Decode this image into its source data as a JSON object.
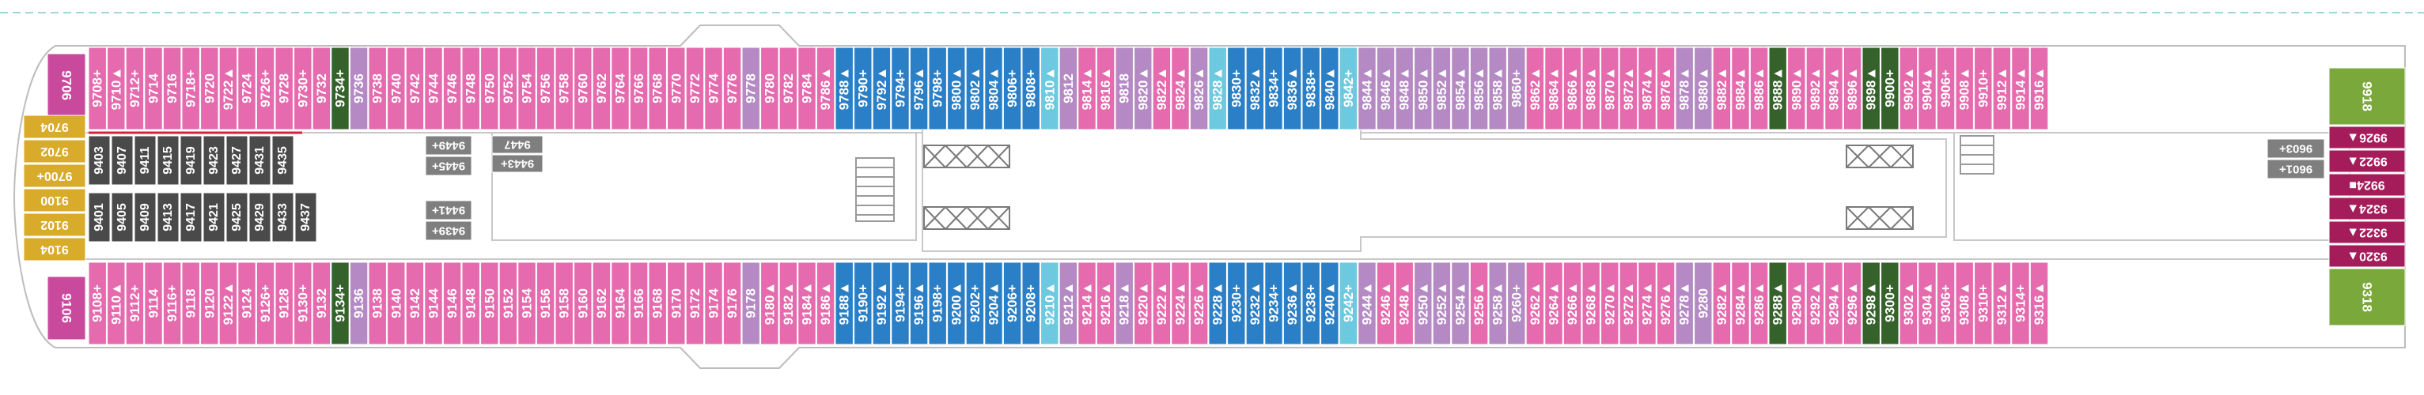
{
  "deck": {
    "palette": {
      "pink": "#e56aae",
      "blue": "#2a7fc6",
      "cyan": "#6cc9df",
      "lavender": "#b58ac4",
      "darkgreen": "#35622a",
      "lightgreen": "#7aa83b",
      "maroon": "#a51c5b",
      "gold": "#d8ab2b",
      "magenta": "#c94a9d",
      "gray": "#7f7f7f",
      "darkgray": "#4a4a4a"
    },
    "top_row": [
      {
        "label": "9708+",
        "c": "pink"
      },
      {
        "label": "9710▲",
        "c": "pink"
      },
      {
        "label": "9712+",
        "c": "pink"
      },
      {
        "label": "9714",
        "c": "pink"
      },
      {
        "label": "9716",
        "c": "pink"
      },
      {
        "label": "9718+",
        "c": "pink"
      },
      {
        "label": "9720",
        "c": "pink"
      },
      {
        "label": "9722▲",
        "c": "pink"
      },
      {
        "label": "9724",
        "c": "pink"
      },
      {
        "label": "9726+",
        "c": "pink"
      },
      {
        "label": "9728",
        "c": "pink"
      },
      {
        "label": "9730+",
        "c": "pink"
      },
      {
        "label": "9732",
        "c": "pink"
      },
      {
        "label": "9734+",
        "c": "darkgreen"
      },
      {
        "label": "9736",
        "c": "lavender"
      },
      {
        "label": "9738",
        "c": "pink"
      },
      {
        "label": "9740",
        "c": "pink"
      },
      {
        "label": "9742",
        "c": "pink"
      },
      {
        "label": "9744",
        "c": "pink"
      },
      {
        "label": "9746",
        "c": "pink"
      },
      {
        "label": "9748",
        "c": "pink"
      },
      {
        "label": "9750",
        "c": "pink"
      },
      {
        "label": "9752",
        "c": "pink"
      },
      {
        "label": "9754",
        "c": "pink"
      },
      {
        "label": "9756",
        "c": "pink"
      },
      {
        "label": "9758",
        "c": "pink"
      },
      {
        "label": "9760",
        "c": "pink"
      },
      {
        "label": "9762",
        "c": "pink"
      },
      {
        "label": "9764",
        "c": "pink"
      },
      {
        "label": "9766",
        "c": "pink"
      },
      {
        "label": "9768",
        "c": "pink"
      },
      {
        "label": "9770",
        "c": "pink"
      },
      {
        "label": "9772",
        "c": "pink"
      },
      {
        "label": "9774",
        "c": "pink"
      },
      {
        "label": "9776",
        "c": "pink"
      },
      {
        "label": "9778",
        "c": "lavender"
      },
      {
        "label": "9780",
        "c": "pink"
      },
      {
        "label": "9782",
        "c": "pink"
      },
      {
        "label": "9784",
        "c": "pink"
      },
      {
        "label": "9786▲",
        "c": "pink"
      },
      {
        "label": "9788▲",
        "c": "blue"
      },
      {
        "label": "9790+",
        "c": "blue"
      },
      {
        "label": "9792▲",
        "c": "blue"
      },
      {
        "label": "9794+",
        "c": "blue"
      },
      {
        "label": "9796▲",
        "c": "blue"
      },
      {
        "label": "9798+",
        "c": "blue"
      },
      {
        "label": "9800▲",
        "c": "blue"
      },
      {
        "label": "9802▲",
        "c": "blue"
      },
      {
        "label": "9804▲",
        "c": "blue"
      },
      {
        "label": "9806+",
        "c": "blue"
      },
      {
        "label": "9808+",
        "c": "blue"
      },
      {
        "label": "9810▲",
        "c": "cyan"
      },
      {
        "label": "9812",
        "c": "lavender"
      },
      {
        "label": "9814▲",
        "c": "pink"
      },
      {
        "label": "9816▲",
        "c": "pink"
      },
      {
        "label": "9818",
        "c": "lavender"
      },
      {
        "label": "9820▲",
        "c": "lavender"
      },
      {
        "label": "9822▲",
        "c": "pink"
      },
      {
        "label": "9824▲",
        "c": "pink"
      },
      {
        "label": "9826▲",
        "c": "lavender"
      },
      {
        "label": "9828▲",
        "c": "cyan"
      },
      {
        "label": "9830+",
        "c": "blue"
      },
      {
        "label": "9832▲",
        "c": "blue"
      },
      {
        "label": "9834+",
        "c": "blue"
      },
      {
        "label": "9836▲",
        "c": "blue"
      },
      {
        "label": "9838+",
        "c": "blue"
      },
      {
        "label": "9840▲",
        "c": "blue"
      },
      {
        "label": "9842+",
        "c": "cyan"
      },
      {
        "label": "9844▲",
        "c": "lavender"
      },
      {
        "label": "9846▲",
        "c": "lavender"
      },
      {
        "label": "9848▲",
        "c": "lavender"
      },
      {
        "label": "9850▲",
        "c": "lavender"
      },
      {
        "label": "9852▲",
        "c": "lavender"
      },
      {
        "label": "9854▲",
        "c": "lavender"
      },
      {
        "label": "9856▲",
        "c": "lavender"
      },
      {
        "label": "9858▲",
        "c": "lavender"
      },
      {
        "label": "9860+",
        "c": "lavender"
      },
      {
        "label": "9862▲",
        "c": "pink"
      },
      {
        "label": "9864▲",
        "c": "pink"
      },
      {
        "label": "9866▲",
        "c": "pink"
      },
      {
        "label": "9868▲",
        "c": "pink"
      },
      {
        "label": "9870▲",
        "c": "pink"
      },
      {
        "label": "9872▲",
        "c": "pink"
      },
      {
        "label": "9874▲",
        "c": "pink"
      },
      {
        "label": "9876▲",
        "c": "pink"
      },
      {
        "label": "9878▲",
        "c": "lavender"
      },
      {
        "label": "9880▲",
        "c": "lavender"
      },
      {
        "label": "9882▲",
        "c": "pink"
      },
      {
        "label": "9884▲",
        "c": "pink"
      },
      {
        "label": "9886▲",
        "c": "pink"
      },
      {
        "label": "9888▲",
        "c": "darkgreen"
      },
      {
        "label": "9890▲",
        "c": "pink"
      },
      {
        "label": "9892▲",
        "c": "pink"
      },
      {
        "label": "9894▲",
        "c": "pink"
      },
      {
        "label": "9896▲",
        "c": "pink"
      },
      {
        "label": "9898▲",
        "c": "darkgreen"
      },
      {
        "label": "9900+",
        "c": "darkgreen"
      },
      {
        "label": "9902▲",
        "c": "pink"
      },
      {
        "label": "9904▲",
        "c": "pink"
      },
      {
        "label": "9906+",
        "c": "pink"
      },
      {
        "label": "9908▲",
        "c": "pink"
      },
      {
        "label": "9910+",
        "c": "pink"
      },
      {
        "label": "9912▲",
        "c": "pink"
      },
      {
        "label": "9914▲",
        "c": "pink"
      },
      {
        "label": "9916▲",
        "c": "pink"
      }
    ],
    "bottom_row": [
      {
        "label": "9108+",
        "c": "pink"
      },
      {
        "label": "9110▲",
        "c": "pink"
      },
      {
        "label": "9112+",
        "c": "pink"
      },
      {
        "label": "9114",
        "c": "pink"
      },
      {
        "label": "9116+",
        "c": "pink"
      },
      {
        "label": "9118",
        "c": "pink"
      },
      {
        "label": "9120",
        "c": "pink"
      },
      {
        "label": "9122▲",
        "c": "pink"
      },
      {
        "label": "9124",
        "c": "pink"
      },
      {
        "label": "9126+",
        "c": "pink"
      },
      {
        "label": "9128",
        "c": "pink"
      },
      {
        "label": "9130+",
        "c": "pink"
      },
      {
        "label": "9132",
        "c": "pink"
      },
      {
        "label": "9134+",
        "c": "darkgreen"
      },
      {
        "label": "9136",
        "c": "lavender"
      },
      {
        "label": "9138",
        "c": "pink"
      },
      {
        "label": "9140",
        "c": "pink"
      },
      {
        "label": "9142",
        "c": "pink"
      },
      {
        "label": "9144",
        "c": "pink"
      },
      {
        "label": "9146",
        "c": "pink"
      },
      {
        "label": "9148",
        "c": "pink"
      },
      {
        "label": "9150",
        "c": "pink"
      },
      {
        "label": "9152",
        "c": "pink"
      },
      {
        "label": "9154",
        "c": "pink"
      },
      {
        "label": "9156",
        "c": "pink"
      },
      {
        "label": "9158",
        "c": "pink"
      },
      {
        "label": "9160",
        "c": "pink"
      },
      {
        "label": "9162",
        "c": "pink"
      },
      {
        "label": "9164",
        "c": "pink"
      },
      {
        "label": "9166",
        "c": "pink"
      },
      {
        "label": "9168",
        "c": "pink"
      },
      {
        "label": "9170",
        "c": "pink"
      },
      {
        "label": "9172",
        "c": "pink"
      },
      {
        "label": "9174",
        "c": "pink"
      },
      {
        "label": "9176",
        "c": "pink"
      },
      {
        "label": "9178",
        "c": "lavender"
      },
      {
        "label": "9180▲",
        "c": "pink"
      },
      {
        "label": "9182▲",
        "c": "pink"
      },
      {
        "label": "9184▲",
        "c": "pink"
      },
      {
        "label": "9186▲",
        "c": "pink"
      },
      {
        "label": "9188▲",
        "c": "blue"
      },
      {
        "label": "9190+",
        "c": "blue"
      },
      {
        "label": "9192▲",
        "c": "blue"
      },
      {
        "label": "9194+",
        "c": "blue"
      },
      {
        "label": "9196▲",
        "c": "blue"
      },
      {
        "label": "9198+",
        "c": "blue"
      },
      {
        "label": "9200▲",
        "c": "blue"
      },
      {
        "label": "9202+",
        "c": "blue"
      },
      {
        "label": "9204▲",
        "c": "blue"
      },
      {
        "label": "9206+",
        "c": "blue"
      },
      {
        "label": "9208+",
        "c": "blue"
      },
      {
        "label": "9210▲",
        "c": "cyan"
      },
      {
        "label": "9212▲",
        "c": "lavender"
      },
      {
        "label": "9214▲",
        "c": "pink"
      },
      {
        "label": "9216▲",
        "c": "pink"
      },
      {
        "label": "9218▲",
        "c": "lavender"
      },
      {
        "label": "9220▲",
        "c": "pink"
      },
      {
        "label": "9222▲",
        "c": "pink"
      },
      {
        "label": "9224▲",
        "c": "pink"
      },
      {
        "label": "9226▲",
        "c": "pink"
      },
      {
        "label": "9228▲",
        "c": "blue"
      },
      {
        "label": "9230+",
        "c": "blue"
      },
      {
        "label": "9232▲",
        "c": "blue"
      },
      {
        "label": "9234+",
        "c": "blue"
      },
      {
        "label": "9236▲",
        "c": "blue"
      },
      {
        "label": "9238+",
        "c": "blue"
      },
      {
        "label": "9240▲",
        "c": "blue"
      },
      {
        "label": "9242+",
        "c": "cyan"
      },
      {
        "label": "9244▲",
        "c": "lavender"
      },
      {
        "label": "9246▲",
        "c": "pink"
      },
      {
        "label": "9248▲",
        "c": "pink"
      },
      {
        "label": "9250▲",
        "c": "lavender"
      },
      {
        "label": "9252▲",
        "c": "lavender"
      },
      {
        "label": "9254▲",
        "c": "lavender"
      },
      {
        "label": "9256▲",
        "c": "pink"
      },
      {
        "label": "9258▲",
        "c": "lavender"
      },
      {
        "label": "9260+",
        "c": "lavender"
      },
      {
        "label": "9262▲",
        "c": "pink"
      },
      {
        "label": "9264▲",
        "c": "pink"
      },
      {
        "label": "9266▲",
        "c": "pink"
      },
      {
        "label": "9268▲",
        "c": "pink"
      },
      {
        "label": "9270▲",
        "c": "pink"
      },
      {
        "label": "9272▲",
        "c": "pink"
      },
      {
        "label": "9274▲",
        "c": "pink"
      },
      {
        "label": "9276▲",
        "c": "pink"
      },
      {
        "label": "9278▲",
        "c": "lavender"
      },
      {
        "label": "9280",
        "c": "lavender"
      },
      {
        "label": "9282▲",
        "c": "pink"
      },
      {
        "label": "9284▲",
        "c": "pink"
      },
      {
        "label": "9286▲",
        "c": "pink"
      },
      {
        "label": "9288▲",
        "c": "darkgreen"
      },
      {
        "label": "9290▲",
        "c": "pink"
      },
      {
        "label": "9292▲",
        "c": "pink"
      },
      {
        "label": "9294▲",
        "c": "pink"
      },
      {
        "label": "9296▲",
        "c": "pink"
      },
      {
        "label": "9298▲",
        "c": "darkgreen"
      },
      {
        "label": "9300+",
        "c": "darkgreen"
      },
      {
        "label": "9302▲",
        "c": "pink"
      },
      {
        "label": "9304▲",
        "c": "pink"
      },
      {
        "label": "9306+",
        "c": "pink"
      },
      {
        "label": "9308▲",
        "c": "pink"
      },
      {
        "label": "9310+",
        "c": "pink"
      },
      {
        "label": "9312▲",
        "c": "pink"
      },
      {
        "label": "9314+",
        "c": "pink"
      },
      {
        "label": "9316▲",
        "c": "pink"
      }
    ],
    "forward_top": "9706",
    "forward_bottom": "9106",
    "forward_gold": [
      "9704",
      "9702",
      "9700+",
      "9100",
      "9102",
      "9104"
    ],
    "inner_top": [
      "9403",
      "9407",
      "9411",
      "9415",
      "9419",
      "9423",
      "9427",
      "9431",
      "9435"
    ],
    "inner_bottom": [
      "9401",
      "9405",
      "9409",
      "9413",
      "9417",
      "9421",
      "9425",
      "9429",
      "9433",
      "9437"
    ],
    "inner_gray_top": [
      "9449+",
      "9445+"
    ],
    "inner_gray_bottom": [
      "9441+",
      "9439+"
    ],
    "inner_gray_single": {
      "a": "9447",
      "b": "9443+"
    },
    "aft_top": "9918",
    "aft_bottom": "9318",
    "aft_maroon": [
      "9926▲",
      "9922▲",
      "9924■",
      "9324▲",
      "9322▲",
      "9320▲"
    ],
    "aft_gray": [
      "9603+",
      "9601+"
    ]
  }
}
